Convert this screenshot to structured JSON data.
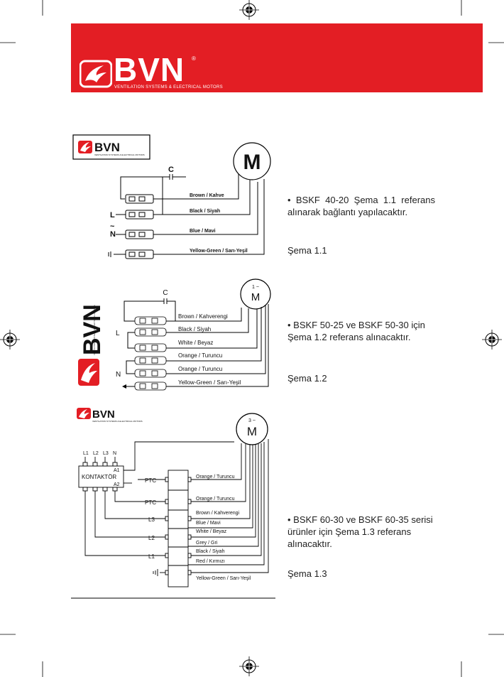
{
  "brand": {
    "name": "BVN",
    "tagline": "VENTILATION SYSTEMS & ELECTRICAL MOTORS",
    "registered": "®",
    "color": "#e31e24"
  },
  "sections": [
    {
      "description": "• BSKF 40-20 Şema 1.1 referans alınarak bağlantı yapılacaktır.",
      "caption": "Şema 1.1",
      "motor_label": "M",
      "capacitor_label": "C",
      "terminals": [
        "L",
        "N"
      ],
      "wires": [
        "Brown / Kahve",
        "Black / Siyah",
        "Blue / Mavi",
        "Yellow-Green / Sarı-Yeşil"
      ]
    },
    {
      "description": "• BSKF 50-25 ve BSKF 50-30 için Şema 1.2 referans alınacaktır.",
      "caption": "Şema 1.2",
      "motor_phase": "1 ~",
      "motor_label": "M",
      "capacitor_label": "C",
      "terminals": [
        "L",
        "N"
      ],
      "wires": [
        "Brown / Kahverengi",
        "Black / Siyah",
        "White / Beyaz",
        "Orange / Turuncu",
        "Orange / Turuncu",
        "Yellow-Green / Sarı-Yeşil"
      ]
    },
    {
      "description": "• BSKF 60-30 ve BSKF 60-35 serisi ürünler için Şema 1.3 referans alınacaktır.",
      "caption": "Şema 1.3",
      "motor_phase": "3 ~",
      "motor_label": "M",
      "contactor_label": "KONTAKTÖR",
      "contactor_inputs": [
        "L1",
        "L2",
        "L3",
        "N"
      ],
      "contactor_pins": [
        "A1",
        "A2"
      ],
      "terminals": [
        "PTC",
        "PTC",
        "L3",
        "L2",
        "L1"
      ],
      "wires": [
        "Orange / Turuncu",
        "Orange / Turuncu",
        "Brown / Kahverengi",
        "Blue / Mavi",
        "White / Beyaz",
        "Grey / Gri",
        "Black / Siyah",
        "Red / Kırmızı",
        "Yellow-Green / Sarı-Yeşil"
      ]
    }
  ]
}
